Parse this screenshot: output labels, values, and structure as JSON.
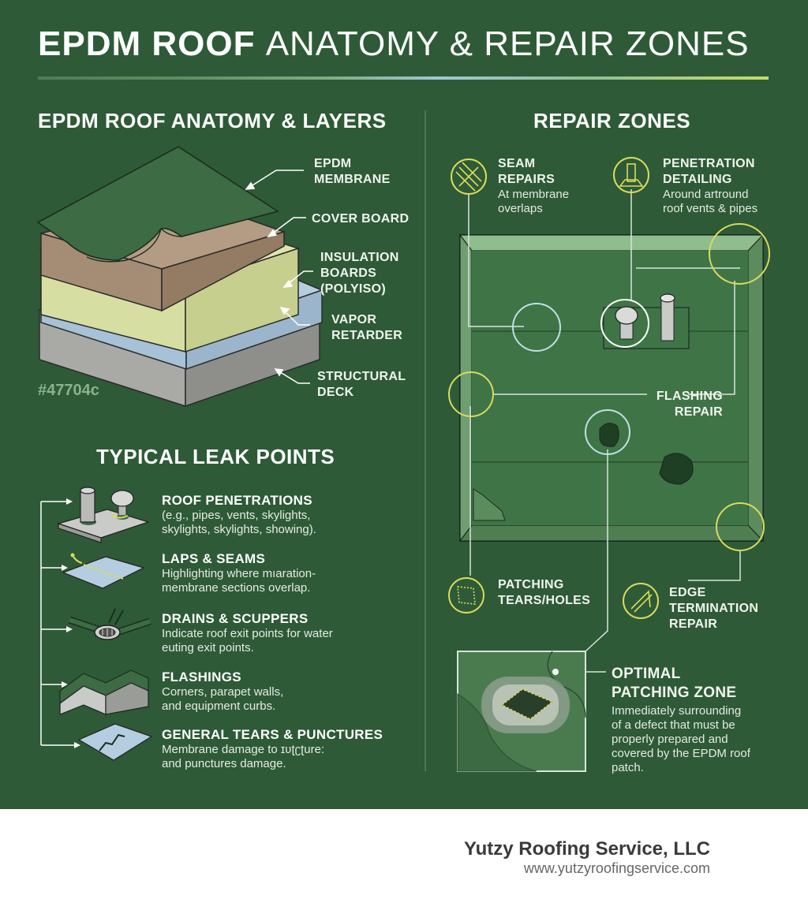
{
  "title": {
    "bold": "EPDM ROOF",
    "light": "ANATOMY & REPAIR ZONES"
  },
  "anatomy": {
    "heading": "EPDM ROOF ANATOMY & LAYERS",
    "layers": {
      "membrane": [
        "EPDM",
        "MEMBRANE"
      ],
      "cover_board": "COVER BOARD",
      "insulation": [
        "INSULATION",
        "BOARDS",
        "(POLYISO)"
      ],
      "vapor": [
        "VAPOR",
        "RETARDER"
      ],
      "deck": [
        "STRUCTURAL",
        "DECK"
      ]
    },
    "color_code": "#47704c"
  },
  "leaks": {
    "heading": "TYPICAL LEAK POINTS",
    "items": [
      {
        "title": "ROOF PENETRATIONS",
        "lines": [
          "(e.g., pipes, vents, skylights,",
          "skylights, skylights, showing)."
        ]
      },
      {
        "title": "LAPS & SEAMS",
        "lines": [
          "Highlighting where mıaration-",
          "membrane sections overlap."
        ]
      },
      {
        "title": "DRAINS & SCUPPERS",
        "lines": [
          "Indicate roof exit points for water",
          "euting exit points."
        ]
      },
      {
        "title": "FLASHINGS",
        "lines": [
          "Corners, parapet walls,",
          "and equipment curbs."
        ]
      },
      {
        "title": "GENERAL TEARS & PUNCTURES",
        "lines": [
          "Membrane damage to ɪʋʈʗʈure:",
          "and punctures damage."
        ]
      }
    ]
  },
  "repair": {
    "heading": "REPAIR ZONES",
    "seam": {
      "title": [
        "SEAM",
        "REPAIRS"
      ],
      "desc": [
        "At membrane",
        "overlaps"
      ]
    },
    "penetration": {
      "title": [
        "PENETRATION",
        "DETAILING"
      ],
      "desc": [
        "Around artround",
        "roof vents & pipes"
      ]
    },
    "flashing": {
      "title": [
        "FLASHING",
        "REPAIR"
      ]
    },
    "patching": {
      "title": [
        "PATCHING",
        "TEARS/HOLES"
      ]
    },
    "edge": {
      "title": [
        "EDGE",
        "TERMINATION",
        "REPAIR"
      ]
    },
    "optimal": {
      "title": [
        "OPTIMAL",
        "PATCHING ZONE"
      ],
      "desc": [
        "Immediately surrounding",
        "of a defect that must be",
        "properly prepared and",
        "covered by the EPDM roof",
        "patch."
      ]
    }
  },
  "footer": {
    "company": "Yutzy Roofing Service, LLC",
    "url": "www.yutzyroofingservice.com"
  },
  "colors": {
    "background": "#2e5a37",
    "membrane": "#3d6b44",
    "cover_board": "#a58d75",
    "insulation": "#d6dea2",
    "vapor": "#b5cde0",
    "deck": "#a9aaa6",
    "highlight_yellow": "#d9dc5a",
    "highlight_blue": "#bfe0e6"
  }
}
